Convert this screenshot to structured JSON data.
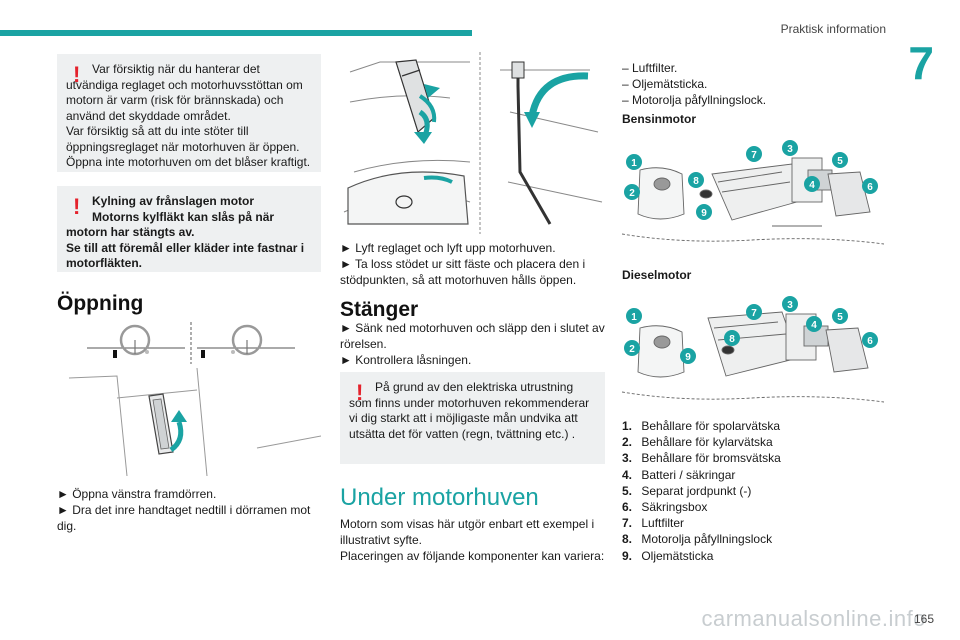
{
  "header": {
    "title": "Praktisk information",
    "chapter": "7"
  },
  "warnings": {
    "w1": {
      "first": "Var försiktig när du hanterar det utvändiga reglaget och motorhuvsstöttan om motorn är varm (risk för brännskada) och använd det skyddade området.",
      "second": "Var försiktig så att du inte stöter till öppningsreglaget när motorhuven är öppen.",
      "third": "Öppna inte motorhuven om det blåser kraftigt."
    },
    "w2": {
      "first": "Kylning av frånslagen motor",
      "second": "Motorns kylfläkt kan slås på när motorn har stängts av.",
      "third": "Se till att föremål eller kläder inte fastnar i motorfläkten."
    },
    "w3": {
      "first": "På grund av den elektriska utrustning som finns under motorhuven rekommenderar vi dig starkt att i möjligaste mån undvika att utsätta det för vatten (regn, tvättning etc.) ."
    }
  },
  "opening": {
    "heading": "Öppning",
    "step1": "► Öppna vänstra framdörren.",
    "step2": "► Dra det inre handtaget nedtill i dörramen mot dig."
  },
  "lift": {
    "step1": "► Lyft reglaget och lyft upp motorhuven.",
    "step2": "► Ta loss stödet ur sitt fäste och placera den i stödpunkten, så att motorhuven hålls öppen."
  },
  "closing": {
    "heading": "Stänger",
    "step1": "► Sänk ned motorhuven och släpp den i slutet av rörelsen.",
    "step2": "► Kontrollera låsningen."
  },
  "under_hood": {
    "heading": "Under motorhuven",
    "p1": "Motorn som visas här utgör enbart ett exempel i illustrativt syfte.",
    "p2": "Placeringen av följande komponenter kan variera:"
  },
  "dash_list": [
    "– Luftfilter.",
    "– Oljemätsticka.",
    "– Motorolja påfyllningslock."
  ],
  "petrol": {
    "heading": "Bensinmotor"
  },
  "diesel": {
    "heading": "Dieselmotor"
  },
  "legend": [
    {
      "n": "1.",
      "t": "Behållare för spolarvätska"
    },
    {
      "n": "2.",
      "t": "Behållare för kylarvätska"
    },
    {
      "n": "3.",
      "t": "Behållare för bromsvätska"
    },
    {
      "n": "4.",
      "t": "Batteri / säkringar"
    },
    {
      "n": "5.",
      "t": "Separat jordpunkt (-)"
    },
    {
      "n": "6.",
      "t": "Säkringsbox"
    },
    {
      "n": "7.",
      "t": "Luftfilter"
    },
    {
      "n": "8.",
      "t": "Motorolja påfyllningslock"
    },
    {
      "n": "9.",
      "t": "Oljemätsticka"
    }
  ],
  "callouts": [
    "1",
    "2",
    "3",
    "4",
    "5",
    "6",
    "7",
    "8",
    "9"
  ],
  "footer": {
    "page": "165",
    "watermark": "carmanualsonline.info"
  },
  "colors": {
    "accent": "#1aa3a3",
    "warning": "#e4222c",
    "warn_bg": "#eef0f1"
  }
}
